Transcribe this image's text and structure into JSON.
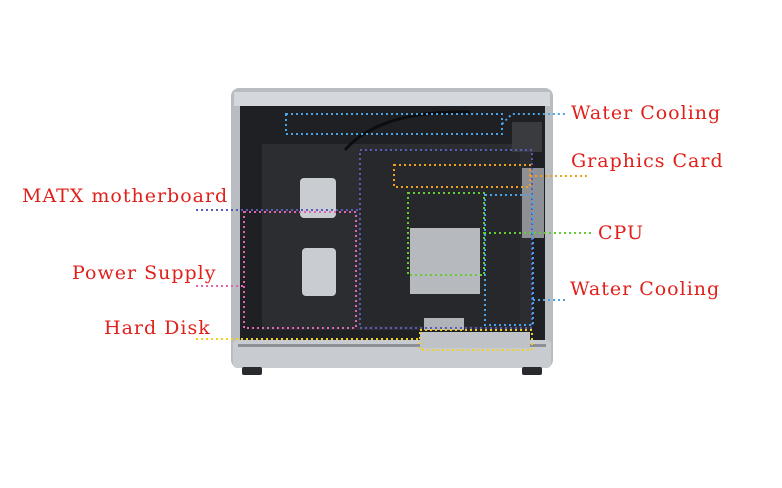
{
  "labels": {
    "water_cooling_top": "Water Cooling",
    "graphics_card": "Graphics Card",
    "matx_motherboard": "MATX motherboard",
    "cpu": "CPU",
    "power_supply": "Power Supply",
    "water_cooling_right": "Water Cooling",
    "hard_disk": "Hard Disk"
  },
  "colors": {
    "label_text": "#e0201c",
    "water_cooling": "#4aa3e6",
    "graphics_card": "#f0a020",
    "motherboard": "#5a5ab8",
    "cpu": "#66cc33",
    "power_supply": "#e064b0",
    "hard_disk": "#f2d020"
  }
}
